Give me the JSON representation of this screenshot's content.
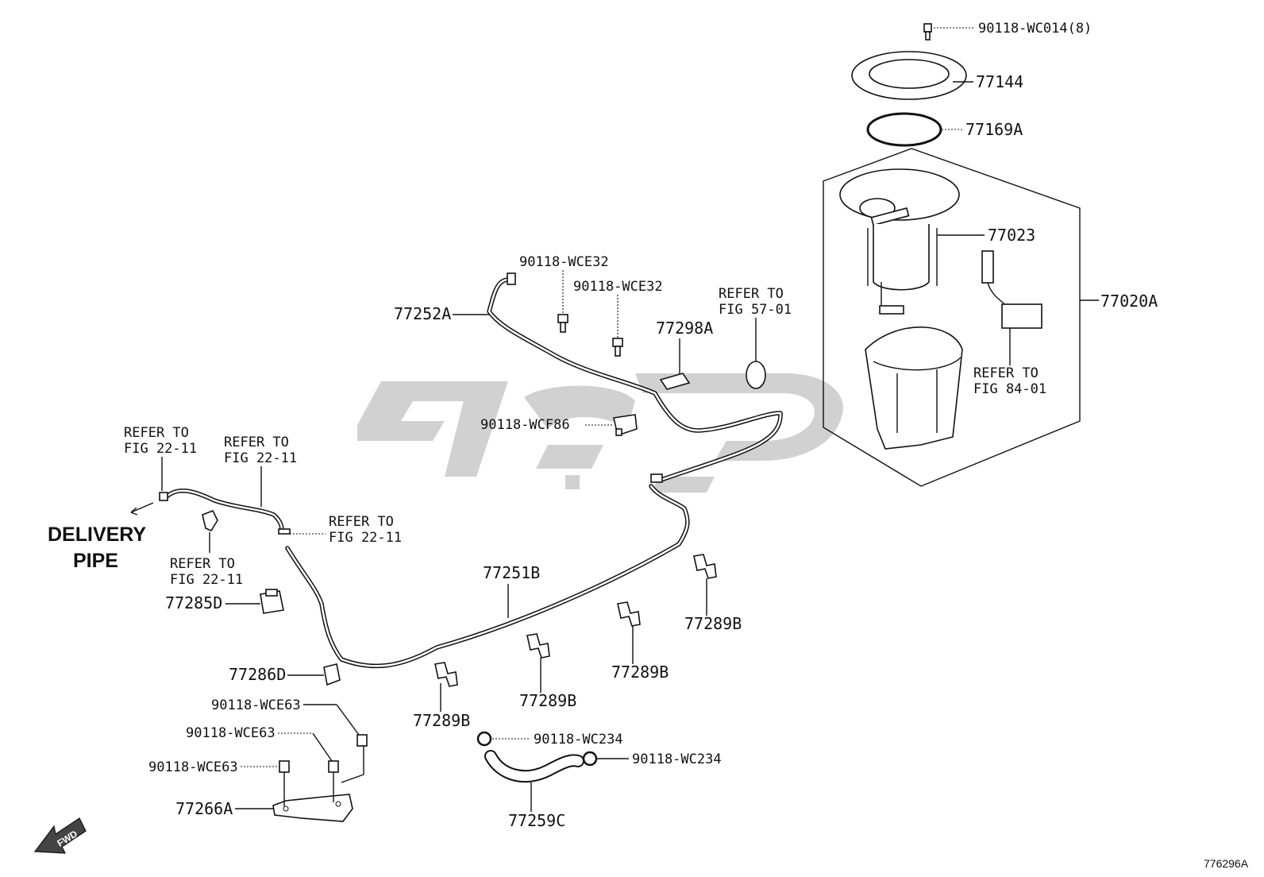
{
  "diagram": {
    "watermark_color": "#c9c9c9",
    "line_color": "#111111",
    "labels": {
      "bolt_top": "90118-WC014(8)",
      "retainer": "77144",
      "gasket": "77169A",
      "pump": "77023",
      "assembly": "77020A",
      "refer_84_line1": "REFER TO",
      "refer_84_line2": "FIG 84-01",
      "refer_57_line1": "REFER TO",
      "refer_57_line2": "FIG 57-01",
      "clip_77298a": "77298A",
      "bolt_wce32_a": "90118-WCE32",
      "bolt_wce32_b": "90118-WCE32",
      "tube_77252a": "77252A",
      "clip_wcf86": "90118-WCF86",
      "refer_22_a_line1": "REFER TO",
      "refer_22_a_line2": "FIG 22-11",
      "refer_22_b_line1": "REFER TO",
      "refer_22_b_line2": "FIG 22-11",
      "refer_22_c_line1": "REFER TO",
      "refer_22_c_line2": "FIG 22-11",
      "refer_22_d_line1": "REFER TO",
      "refer_22_d_line2": "FIG 22-11",
      "delivery_line1": "DELIVERY",
      "delivery_line2": "PIPE",
      "clamp_77285d": "77285D",
      "tube_77251b": "77251B",
      "clamp_77289b_1": "77289B",
      "clamp_77289b_2": "77289B",
      "clamp_77289b_3": "77289B",
      "clamp_77289b_4": "77289B",
      "clamp_77286d": "77286D",
      "clip_wce63_a": "90118-WCE63",
      "clip_wce63_b": "90118-WCE63",
      "clip_wce63_c": "90118-WCE63",
      "bracket_77266a": "77266A",
      "hose_clip_a": "90118-WC234",
      "hose_clip_b": "90118-WC234",
      "hose_77259c": "77259C",
      "fwd": "FWD",
      "figure_code": "776296A"
    }
  }
}
